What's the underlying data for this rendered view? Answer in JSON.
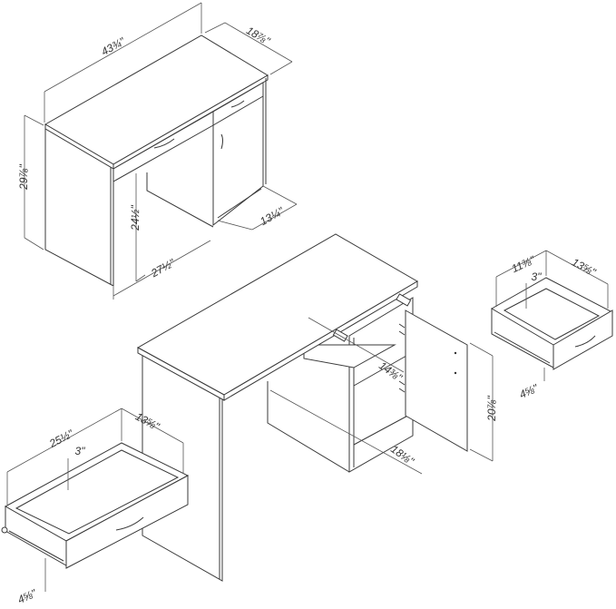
{
  "assembled_desk": {
    "width": "43¾\"",
    "depth": "18⅞\"",
    "height": "29⅞\"",
    "knee_height": "24½\"",
    "knee_width": "27½\"",
    "pedestal_depth": "13¼\""
  },
  "open_desk": {
    "shelf_width": "14⅜\"",
    "cabinet_depth": "18⅛\"",
    "door_height": "20⅞\""
  },
  "small_drawer": {
    "width": "11⅜\"",
    "depth": "13⅝\"",
    "inner_height": "3\"",
    "front_height": "4⅝\""
  },
  "large_drawer": {
    "width": "25½\"",
    "depth": "13⅝\"",
    "inner_height": "3\"",
    "front_height": "4⅝\""
  }
}
